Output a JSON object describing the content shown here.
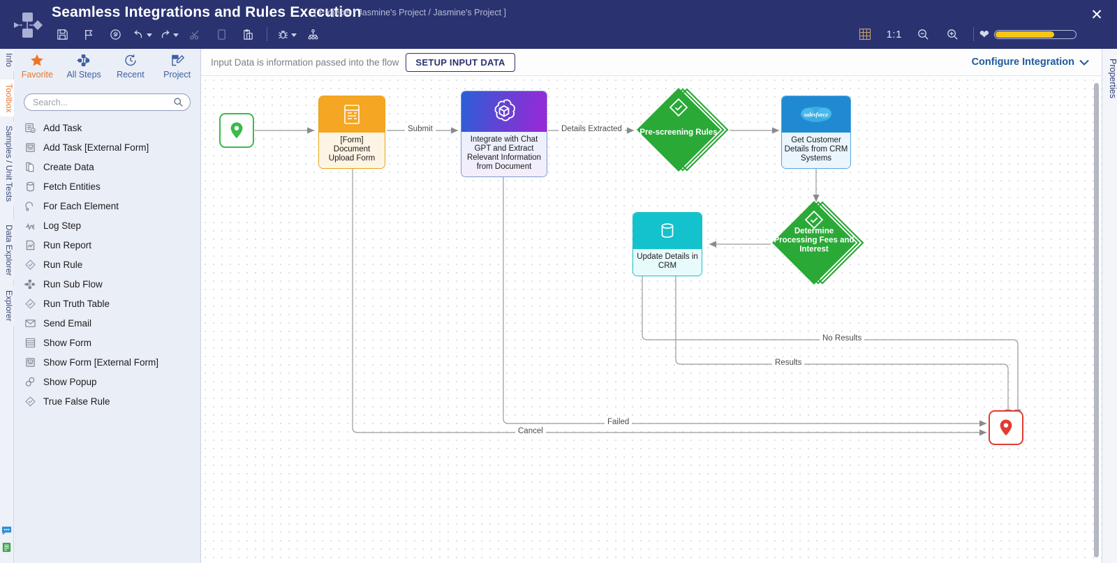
{
  "header": {
    "title": "Seamless Integrations and Rules Execution",
    "breadcrumb": "[ Projects / Jasmine's Project / Jasmine's Project ]",
    "logo_icon": "flow-logo-icon",
    "close_icon": "close-icon",
    "accent_color": "#2a3270",
    "slider_color": "#f5c518",
    "tools": [
      {
        "name": "save-icon",
        "label": "Save"
      },
      {
        "name": "flag-icon",
        "label": "Flag"
      },
      {
        "name": "link-icon",
        "label": "Link"
      },
      {
        "name": "undo-icon",
        "label": "Undo"
      },
      {
        "name": "redo-icon",
        "label": "Redo"
      },
      {
        "name": "cut-icon",
        "label": "Cut"
      },
      {
        "name": "copy-icon",
        "label": "Copy"
      },
      {
        "name": "paste-icon",
        "label": "Paste"
      },
      {
        "name": "debug-bug-icon",
        "label": "Debug"
      },
      {
        "name": "hierarchy-icon",
        "label": "Hierarchy"
      }
    ],
    "right": {
      "grid_icon": "grid-icon",
      "ratio_label": "1:1",
      "zoom_out_icon": "zoom-out-icon",
      "zoom_in_icon": "zoom-in-icon",
      "heart_icon": "heart-icon",
      "zoom_value_percent": 72
    }
  },
  "left_tabs": [
    {
      "label": "Info",
      "active": false
    },
    {
      "label": "Toolbox",
      "active": true
    },
    {
      "label": "Samples / Unit Tests",
      "active": false
    },
    {
      "label": "Data Explorer",
      "active": false
    },
    {
      "label": "Explorer",
      "active": false
    }
  ],
  "right_tabs": [
    {
      "label": "Properties",
      "active": false
    }
  ],
  "corner_icons": [
    {
      "name": "chat-bubble-icon"
    },
    {
      "name": "document-green-icon"
    }
  ],
  "toolbox": {
    "tabs": [
      {
        "label": "Favorite",
        "icon": "star-icon",
        "active": true
      },
      {
        "label": "All Steps",
        "icon": "all-steps-icon",
        "active": false
      },
      {
        "label": "Recent",
        "icon": "clock-icon",
        "active": false
      },
      {
        "label": "Project",
        "icon": "project-icon",
        "active": false
      }
    ],
    "search": {
      "value": "",
      "placeholder": "Search...",
      "icon": "search-icon"
    },
    "items": [
      {
        "label": "Add Task",
        "icon": "add-task-icon"
      },
      {
        "label": "Add Task [External Form]",
        "icon": "external-form-icon"
      },
      {
        "label": "Create Data",
        "icon": "copy-page-icon"
      },
      {
        "label": "Fetch Entities",
        "icon": "database-icon"
      },
      {
        "label": "For Each Element",
        "icon": "loop-icon"
      },
      {
        "label": "Log Step",
        "icon": "pulse-icon"
      },
      {
        "label": "Run Report",
        "icon": "report-icon"
      },
      {
        "label": "Run Rule",
        "icon": "rule-check-icon"
      },
      {
        "label": "Run Sub Flow",
        "icon": "sub-flow-icon"
      },
      {
        "label": "Run Truth Table",
        "icon": "rule-check-icon"
      },
      {
        "label": "Send Email",
        "icon": "envelope-icon"
      },
      {
        "label": "Show Form",
        "icon": "form-icon"
      },
      {
        "label": "Show Form [External Form]",
        "icon": "external-form-icon"
      },
      {
        "label": "Show Popup",
        "icon": "popup-icon"
      },
      {
        "label": "True False Rule",
        "icon": "rule-check-icon"
      }
    ]
  },
  "canvas_top": {
    "hint": "Input Data is information passed into the flow",
    "setup_button": "SETUP INPUT DATA",
    "configure_label": "Configure Integration",
    "configure_caret_icon": "chevron-down-icon"
  },
  "flow": {
    "nodes": [
      {
        "id": "start",
        "kind": "start",
        "label": "",
        "icon": "location-pin-green-icon"
      },
      {
        "id": "form",
        "kind": "form",
        "label": "[Form] Document Upload Form",
        "icon": "form-icon"
      },
      {
        "id": "gpt",
        "kind": "gpt",
        "label": "Integrate with Chat GPT and Extract Relevant Information from Document",
        "icon": "openai-icon"
      },
      {
        "id": "prescreen",
        "kind": "rule-diamond",
        "label": "Pre-screening Rules",
        "icon": "check-diamond-icon"
      },
      {
        "id": "salesforce",
        "kind": "salesforce",
        "label": "Get Customer Details from CRM Systems",
        "icon": "salesforce-logo",
        "logo_text": "salesforce"
      },
      {
        "id": "fees",
        "kind": "rule-diamond",
        "label": "Determine Processing Fees and Interest",
        "icon": "check-diamond-icon"
      },
      {
        "id": "crm",
        "kind": "database",
        "label": "Update Details in CRM",
        "icon": "database-icon"
      },
      {
        "id": "end",
        "kind": "end",
        "label": "",
        "icon": "location-pin-red-icon"
      }
    ],
    "edges": [
      {
        "from": "start",
        "to": "form",
        "label": ""
      },
      {
        "from": "form",
        "to": "gpt",
        "label": "Submit"
      },
      {
        "from": "gpt",
        "to": "prescreen",
        "label": "Details Extracted"
      },
      {
        "from": "prescreen",
        "to": "salesforce",
        "label": ""
      },
      {
        "from": "salesforce",
        "to": "fees",
        "label": ""
      },
      {
        "from": "fees",
        "to": "crm",
        "label": ""
      },
      {
        "from": "fees",
        "to": "end",
        "label": "No Results"
      },
      {
        "from": "crm",
        "to": "end",
        "label": "Results"
      },
      {
        "from": "gpt",
        "to": "end",
        "label": "Failed"
      },
      {
        "from": "form",
        "to": "end",
        "label": "Cancel"
      }
    ]
  }
}
